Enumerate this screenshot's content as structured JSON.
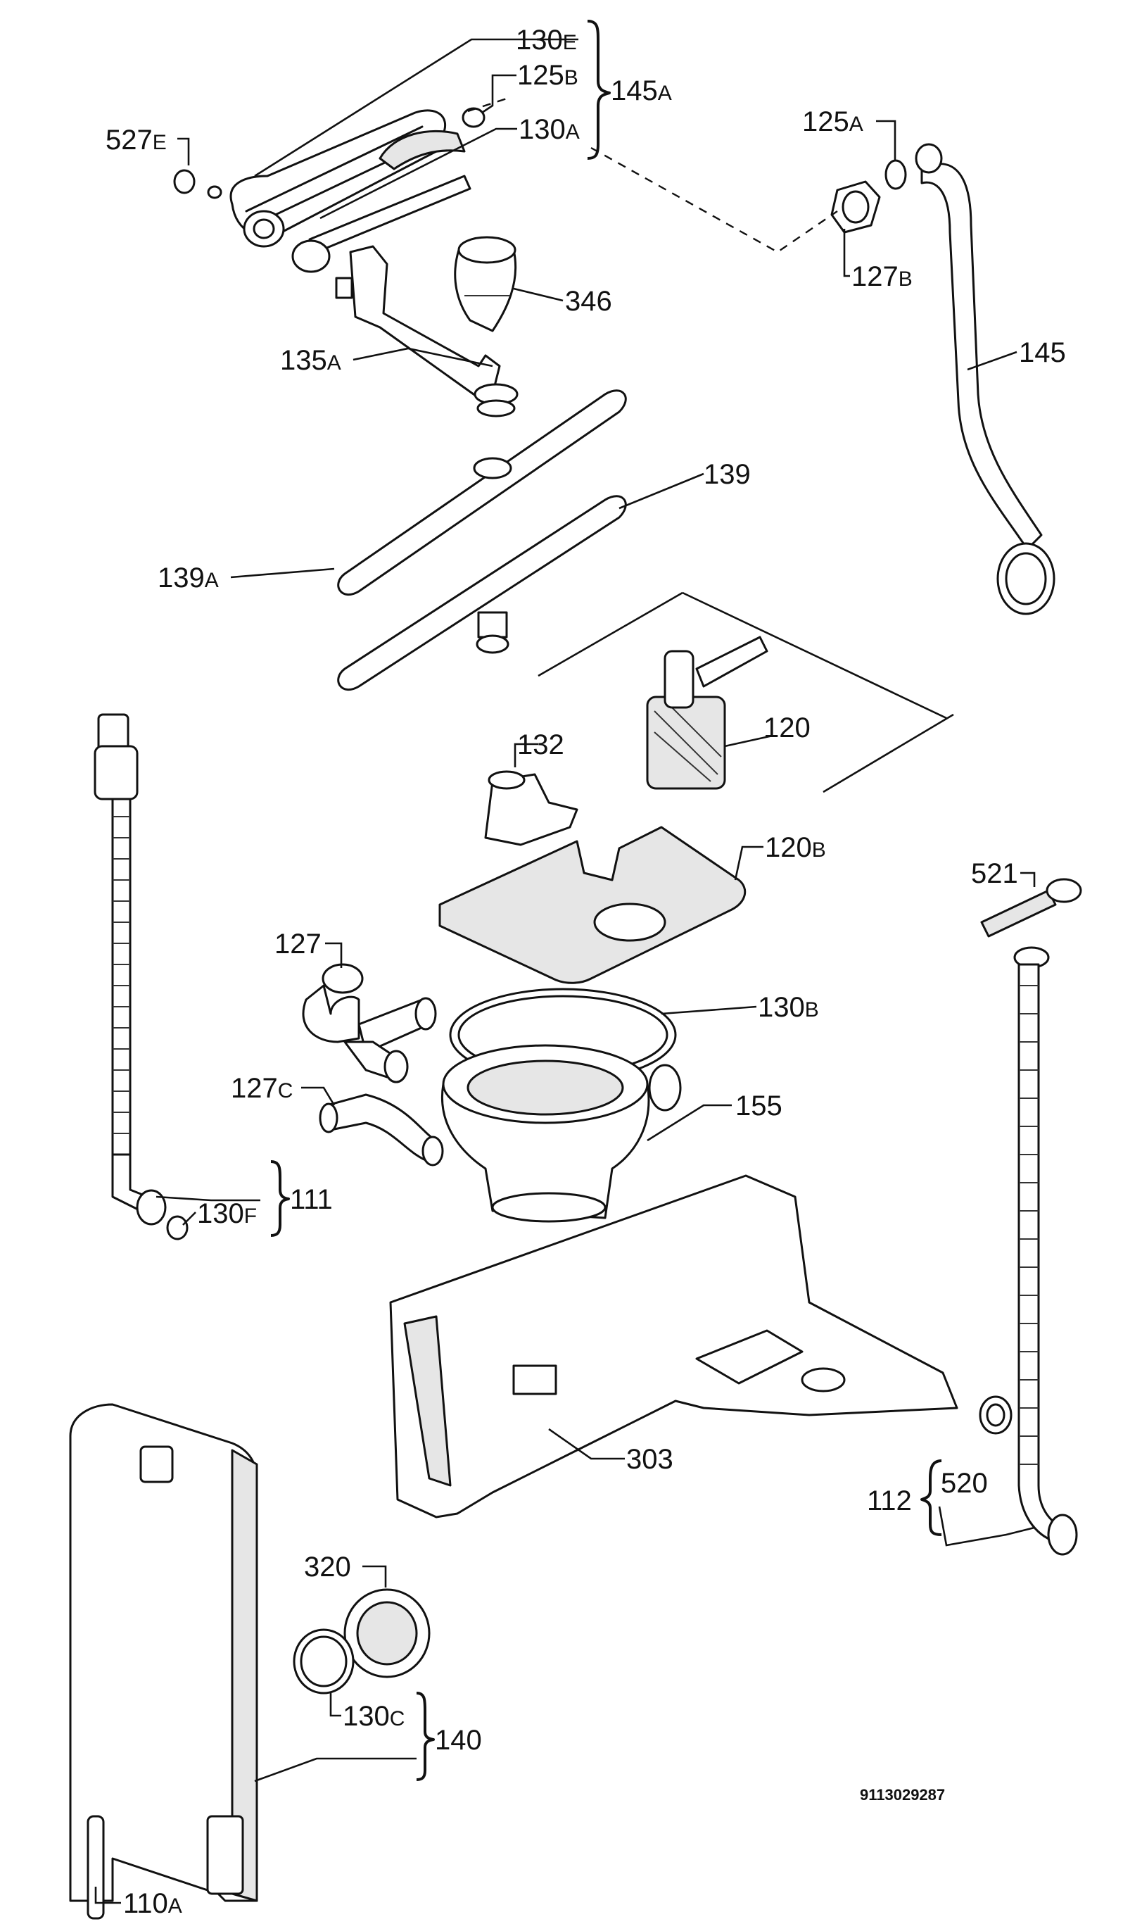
{
  "labels": {
    "p130e": {
      "num": "130",
      "suffix": "E"
    },
    "p125b": {
      "num": "125",
      "suffix": "B"
    },
    "p130a": {
      "num": "130",
      "suffix": "A"
    },
    "p145a": {
      "num": "145",
      "suffix": "A"
    },
    "p527e": {
      "num": "527",
      "suffix": "E"
    },
    "p125a": {
      "num": "125",
      "suffix": "A"
    },
    "p127b": {
      "num": "127",
      "suffix": "B"
    },
    "p346": {
      "num": "346",
      "suffix": ""
    },
    "p135a": {
      "num": "135",
      "suffix": "A"
    },
    "p145": {
      "num": "145",
      "suffix": ""
    },
    "p139": {
      "num": "139",
      "suffix": ""
    },
    "p139a": {
      "num": "139",
      "suffix": "A"
    },
    "p132": {
      "num": "132",
      "suffix": ""
    },
    "p120": {
      "num": "120",
      "suffix": ""
    },
    "p120b": {
      "num": "120",
      "suffix": "B"
    },
    "p521": {
      "num": "521",
      "suffix": ""
    },
    "p127": {
      "num": "127",
      "suffix": ""
    },
    "p130b": {
      "num": "130",
      "suffix": "B"
    },
    "p127c": {
      "num": "127",
      "suffix": "C"
    },
    "p155": {
      "num": "155",
      "suffix": ""
    },
    "p130f": {
      "num": "130",
      "suffix": "F"
    },
    "p111": {
      "num": "111",
      "suffix": ""
    },
    "p303": {
      "num": "303",
      "suffix": ""
    },
    "p112": {
      "num": "112",
      "suffix": ""
    },
    "p520": {
      "num": "520",
      "suffix": ""
    },
    "p320": {
      "num": "320",
      "suffix": ""
    },
    "p130c": {
      "num": "130",
      "suffix": "C"
    },
    "p140": {
      "num": "140",
      "suffix": ""
    },
    "p110a": {
      "num": "110",
      "suffix": "A"
    }
  },
  "drawing_code": "9113029287"
}
